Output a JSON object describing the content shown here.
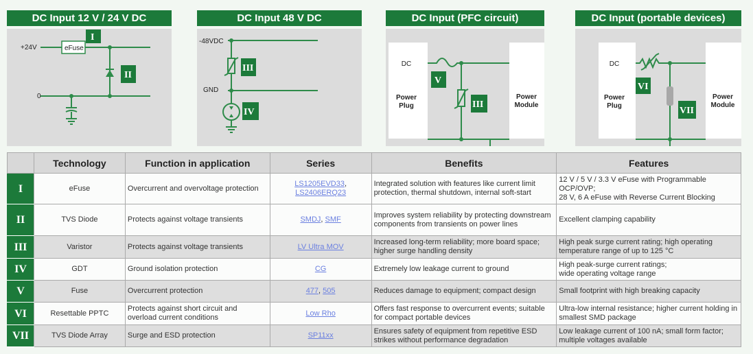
{
  "panels": [
    {
      "title": "DC Input 12 V / 24 V DC",
      "labels": {
        "v24": "+24V",
        "zero": "0",
        "efuse": "eFuse"
      },
      "tags": [
        "I",
        "II"
      ]
    },
    {
      "title": "DC Input 48 V DC",
      "labels": {
        "v48": "-48VDC",
        "gnd": "GND"
      },
      "tags": [
        "III",
        "IV"
      ]
    },
    {
      "title": "DC Input (PFC circuit)",
      "labels": {
        "dc": "DC",
        "plug1": "Power",
        "plug2": "Plug",
        "mod1": "Power",
        "mod2": "Module"
      },
      "tags": [
        "V",
        "III"
      ]
    },
    {
      "title": "DC Input (portable devices)",
      "labels": {
        "dc": "DC",
        "plug1": "Power",
        "plug2": "Plug",
        "mod1": "Power",
        "mod2": "Module"
      },
      "tags": [
        "VI",
        "VII"
      ]
    }
  ],
  "table": {
    "headers": [
      "",
      "Technology",
      "Function in application",
      "Series",
      "Benefits",
      "Features"
    ],
    "rows": [
      {
        "num": "I",
        "tech": "eFuse",
        "func": "Overcurrent and overvoltage protection",
        "series": [
          "LS1205EVD33",
          "LS2406ERQ23"
        ],
        "benefits": "Integrated solution with features like current limit protection, thermal shutdown, internal soft-start",
        "features": [
          "12 V / 5 V / 3.3 V eFuse with Programmable OCP/OVP;",
          "28 V, 6 A eFuse with Reverse Current Blocking"
        ]
      },
      {
        "num": "II",
        "tech": "TVS Diode",
        "func": "Protects against voltage transients",
        "series": [
          "SMDJ",
          "SMF"
        ],
        "benefits": "Improves system reliability by protecting downstream components from transients on power lines",
        "features": [
          "Excellent clamping capability"
        ]
      },
      {
        "num": "III",
        "tech": "Varistor",
        "func": "Protects against voltage transients",
        "series": [
          "LV Ultra MOV"
        ],
        "benefits": "Increased long-term reliability; more board space; higher surge handling density",
        "features": [
          "High peak surge current rating; high operating temperature range of up to 125 °C"
        ]
      },
      {
        "num": "IV",
        "tech": "GDT",
        "func": "Ground isolation protection",
        "series": [
          "CG"
        ],
        "benefits": "Extremely low leakage current to ground",
        "features": [
          "High peak-surge current ratings;",
          "wide operating voltage range"
        ]
      },
      {
        "num": "V",
        "tech": "Fuse",
        "func": "Overcurrent protection",
        "series": [
          "477",
          "505"
        ],
        "benefits": "Reduces damage to equipment; compact design",
        "features": [
          "Small footprint with high breaking capacity"
        ]
      },
      {
        "num": "VI",
        "tech": "Resettable PPTC",
        "func": "Protects against short circuit and overload current conditions",
        "series": [
          "Low Rho"
        ],
        "benefits": "Offers fast response to overcurrent events; suitable for compact portable devices",
        "features": [
          "Ultra-low internal resistance; higher current holding in smallest SMD package"
        ]
      },
      {
        "num": "VII",
        "tech": "TVS Diode Array",
        "func": "Surge and ESD protection",
        "series": [
          "SP11xx"
        ],
        "benefits": "Ensures safety of equipment from repetitive ESD strikes without performance degradation",
        "features": [
          "Low leakage current of 100 nA; small form factor; multiple voltages available"
        ]
      }
    ]
  }
}
